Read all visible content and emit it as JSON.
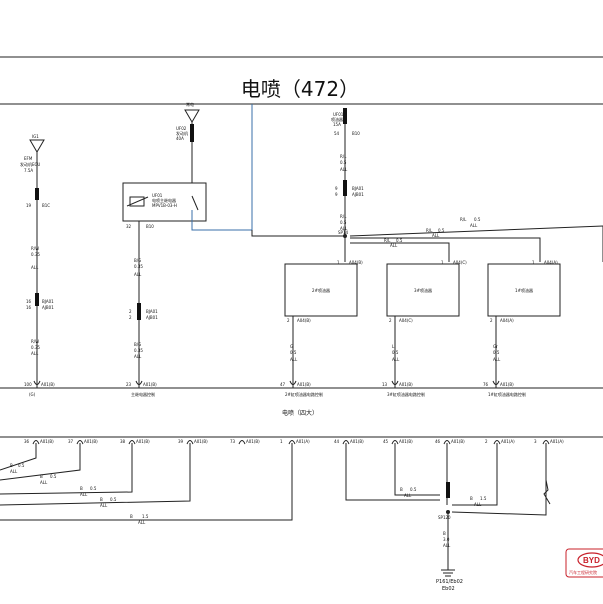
{
  "title": "电喷（472）",
  "footer_label": "电喷（四大）",
  "logo": {
    "brand": "BYD",
    "caption": "汽车工程研究院"
  },
  "ecu_pins": [
    {
      "pin": "100",
      "conn": "A01(B)",
      "label": "(G)"
    },
    {
      "pin": "23",
      "conn": "A01(B)",
      "label": "主继电器控制"
    },
    {
      "pin": "47",
      "conn": "A01(B)",
      "label": "2#缸喷油器电路控制"
    },
    {
      "pin": "13",
      "conn": "A01(B)",
      "label": "3#缸喷油器电路控制"
    },
    {
      "pin": "76",
      "conn": "A01(B)",
      "label": "1#缸喷油器电路控制"
    }
  ],
  "bottom_pins": [
    {
      "pin": "36",
      "conn": "A01(B)"
    },
    {
      "pin": "37",
      "conn": "A01(B)"
    },
    {
      "pin": "38",
      "conn": "A01(B)"
    },
    {
      "pin": "39",
      "conn": "A01(B)"
    },
    {
      "pin": "73",
      "conn": "A01(B)"
    },
    {
      "pin": "1",
      "conn": "A01(A)"
    },
    {
      "pin": "44",
      "conn": "A01(B)"
    },
    {
      "pin": "45",
      "conn": "A01(B)"
    },
    {
      "pin": "46",
      "conn": "A01(B)"
    },
    {
      "pin": "2",
      "conn": "A01(A)"
    },
    {
      "pin": "3",
      "conn": "A01(A)"
    }
  ],
  "injectors": [
    {
      "name": "2#喷油器",
      "pin_top": "1",
      "conn_top": "A04(B)",
      "pin_bot": "2",
      "conn_bot": "A04(B)",
      "wire": [
        "G",
        "0.5",
        "ALL"
      ]
    },
    {
      "name": "3#喷油器",
      "pin_top": "1",
      "conn_top": "A04(C)",
      "pin_bot": "2",
      "conn_bot": "A04(C)",
      "wire": [
        "L",
        "0.5",
        "ALL"
      ]
    },
    {
      "name": "1#喷油器",
      "pin_top": "1",
      "conn_top": "A04(A)",
      "pin_bot": "2",
      "conn_bot": "A04(A)",
      "wire": [
        "Gr",
        "0.5",
        "ALL"
      ]
    }
  ],
  "relay": {
    "name": "UF01",
    "desc": "电喷主继电器",
    "code": "MPV1B-03-H",
    "pin_left": "32",
    "conn": "B10"
  },
  "fuse_left": {
    "label": "IG1",
    "fuse": "EFM",
    "desc": "发动机ECU",
    "amp": "7.5A",
    "pin": "19",
    "conn": "B1C"
  },
  "fuse_mid": {
    "label": "常电",
    "fuse": "UF02",
    "desc": "发动机",
    "amp": "40A",
    "pin": "",
    "conn": ""
  },
  "fuse_right": {
    "fuse": "UF01",
    "desc": "喷油器",
    "amp": "15A",
    "pin": "54",
    "conn": "B10"
  },
  "wires": {
    "left_top": [
      "R/W",
      "0.35",
      "ALL"
    ],
    "left_bot": [
      "R/W",
      "0.35",
      "ALL"
    ],
    "mid_a": [
      "B/G",
      "0.35",
      "ALL"
    ],
    "mid_b": [
      "B/G",
      "0.35",
      "ALL"
    ],
    "right_top": [
      "R/L",
      "0.5",
      "ALL"
    ],
    "right_split": [
      "R/L",
      "0.5",
      "ALL"
    ],
    "bus1": [
      "R/L",
      "0.5",
      "ALL"
    ],
    "bus2": [
      "R/L",
      "0.5",
      "ALL"
    ],
    "bus3": [
      "R/L",
      "0.5",
      "ALL"
    ],
    "ground": [
      "B",
      "3.0",
      "ALL"
    ],
    "ground_a": [
      "B",
      "0.5",
      "ALL"
    ],
    "ground_b": [
      "B",
      "1.5",
      "ALL"
    ]
  },
  "connectors": {
    "left": {
      "pin1": "16",
      "pin2": "16",
      "name1": "BJA01",
      "name2": "AJB01"
    },
    "mid": {
      "pin1": "2",
      "pin2": "2",
      "name1": "BJA01",
      "name2": "AJB01"
    },
    "right": {
      "pin1": "9",
      "pin2": "9",
      "name1": "BJA01",
      "name2": "AJB01"
    }
  },
  "splice": "SP14",
  "splice_ground": "SP120",
  "ground_point": "P161/Eb02",
  "ground_sub": "Eb02",
  "bottom_wires": [
    [
      "B",
      "0.5",
      "ALL"
    ],
    [
      "B",
      "0.5",
      "ALL"
    ],
    [
      "B",
      "0.5",
      "ALL"
    ],
    [
      "B",
      "0.5",
      "ALL"
    ],
    [
      "B",
      "1.5",
      "ALL"
    ]
  ]
}
